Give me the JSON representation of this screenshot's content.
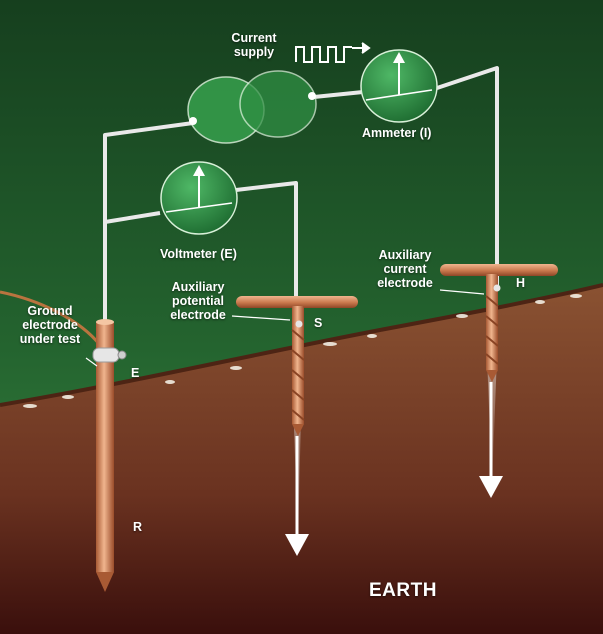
{
  "labels": {
    "current_supply": [
      "Current",
      "supply"
    ],
    "ammeter": "Ammeter (I)",
    "voltmeter": "Voltmeter (E)",
    "aux_current": [
      "Auxiliary",
      "current",
      "electrode"
    ],
    "aux_potential": [
      "Auxiliary",
      "potential",
      "electrode"
    ],
    "ground_electrode": [
      "Ground",
      "electrode",
      "under test"
    ],
    "marker_e": "E",
    "marker_s": "S",
    "marker_h": "H",
    "marker_r": "R",
    "earth": "EARTH"
  },
  "colors": {
    "grass": "#2f7a3a",
    "soil": "#7a3f22",
    "copper": "#d28a5e",
    "meter": "#2e8a44",
    "wire": "#e9e9e9"
  },
  "icons": [
    "ac-waveform-icon",
    "meter-needle-icon",
    "down-arrow-icon"
  ]
}
